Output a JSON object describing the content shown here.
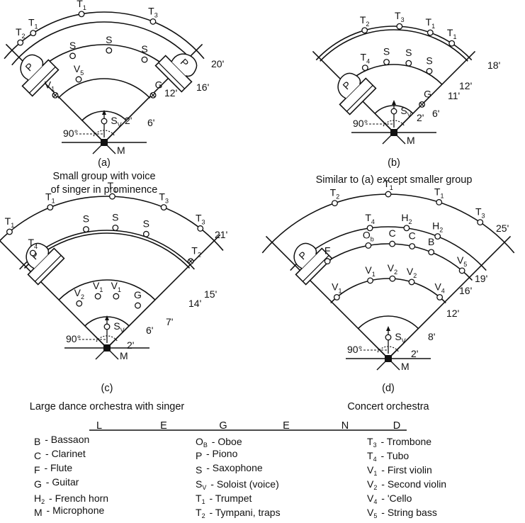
{
  "diagrams": [
    {
      "id": "a",
      "letter": "(a)",
      "caption_lines": [
        "Small group with voice",
        "of singer in prominence"
      ],
      "angle_label": "90°",
      "mic_label": "M",
      "soloist_label": {
        "main": "S",
        "sub": "V"
      },
      "distances": [
        "2'",
        "6'",
        "12'",
        "16'",
        "20'"
      ],
      "pianos": 2,
      "rows": [
        [
          "T|1",
          "T|1",
          "T|3",
          "T|2"
        ],
        [
          "S",
          "S",
          "S"
        ],
        [
          "V|5",
          "V|1",
          "G"
        ]
      ],
      "piano_label": "P"
    },
    {
      "id": "b",
      "letter": "(b)",
      "caption_lines": [
        "Similar to (a) except smaller group"
      ],
      "angle_label": "90°",
      "mic_label": "M",
      "soloist_label": {
        "main": "S",
        "sub": "V"
      },
      "distances": [
        "2'",
        "6'",
        "11'",
        "12'",
        "18'"
      ],
      "pianos": 1,
      "rows": [
        [
          "T|2",
          "T|3",
          "T|1",
          "T|1"
        ],
        [
          "T|4",
          "S",
          "S",
          "S"
        ],
        [
          "G"
        ]
      ],
      "piano_label": "P"
    },
    {
      "id": "c",
      "letter": "(c)",
      "caption_lines": [
        "Large dance orchestra with singer"
      ],
      "angle_label": "90°",
      "mic_label": "M",
      "soloist_label": {
        "main": "S",
        "sub": "V"
      },
      "distances": [
        "2'",
        "6'",
        "7'",
        "14'",
        "15'",
        "21'"
      ],
      "pianos": 1,
      "rows": [
        [
          "T|1",
          "T|1",
          "T|1",
          "T|3",
          "T|3"
        ],
        [
          "S",
          "S",
          "S",
          "T|4",
          "T|2"
        ],
        [
          "V|2",
          "V|1",
          "V|1",
          "G"
        ]
      ],
      "piano_label": "P"
    },
    {
      "id": "d",
      "letter": "(d)",
      "caption_lines": [
        "Concert orchestra"
      ],
      "angle_label": "90°",
      "mic_label": "M",
      "soloist_label": {
        "main": "S",
        "sub": "V"
      },
      "distances": [
        "2'",
        "8'",
        "12'",
        "16'",
        "19'",
        "25'"
      ],
      "pianos": 1,
      "rows": [
        [
          "T|2",
          "T|1",
          "T|1",
          "T|3"
        ],
        [
          "T|4",
          "H|2",
          "H|2"
        ],
        [
          "F",
          "O|b",
          "C",
          "C",
          "B",
          "V|5"
        ],
        [
          "V|1",
          "V|1",
          "V|2",
          "V|2",
          "V|4"
        ]
      ],
      "piano_label": "P"
    }
  ],
  "legend": {
    "title_letters": [
      "L",
      "E",
      "G",
      "E",
      "N",
      "D"
    ],
    "columns": [
      [
        {
          "abbr": "B",
          "sub": "",
          "text": "Bassaon"
        },
        {
          "abbr": "C",
          "sub": "",
          "text": "Clarinet"
        },
        {
          "abbr": "F",
          "sub": "",
          "text": "Flute"
        },
        {
          "abbr": "G",
          "sub": "",
          "text": "Guitar"
        },
        {
          "abbr": "H",
          "sub": "2",
          "text": "French horn"
        },
        {
          "abbr": "M",
          "sub": "",
          "text": "Microphone"
        }
      ],
      [
        {
          "abbr": "O",
          "sub": "B",
          "text": "Oboe"
        },
        {
          "abbr": "P",
          "sub": "",
          "text": "Piono"
        },
        {
          "abbr": "S",
          "sub": "",
          "text": "Saxophone"
        },
        {
          "abbr": "S",
          "sub": "V",
          "text": "Soloist (voice)"
        },
        {
          "abbr": "T",
          "sub": "1",
          "text": "Trumpet"
        },
        {
          "abbr": "T",
          "sub": "2",
          "text": "Tympani, traps"
        }
      ],
      [
        {
          "abbr": "T",
          "sub": "3",
          "text": "Trombone"
        },
        {
          "abbr": "T",
          "sub": "4",
          "text": "Tubo"
        },
        {
          "abbr": "V",
          "sub": "1",
          "text": "First violin"
        },
        {
          "abbr": "V",
          "sub": "2",
          "text": "Second violin"
        },
        {
          "abbr": "V",
          "sub": "4",
          "text": "'Cello"
        },
        {
          "abbr": "V",
          "sub": "5",
          "text": "String bass"
        }
      ]
    ]
  }
}
